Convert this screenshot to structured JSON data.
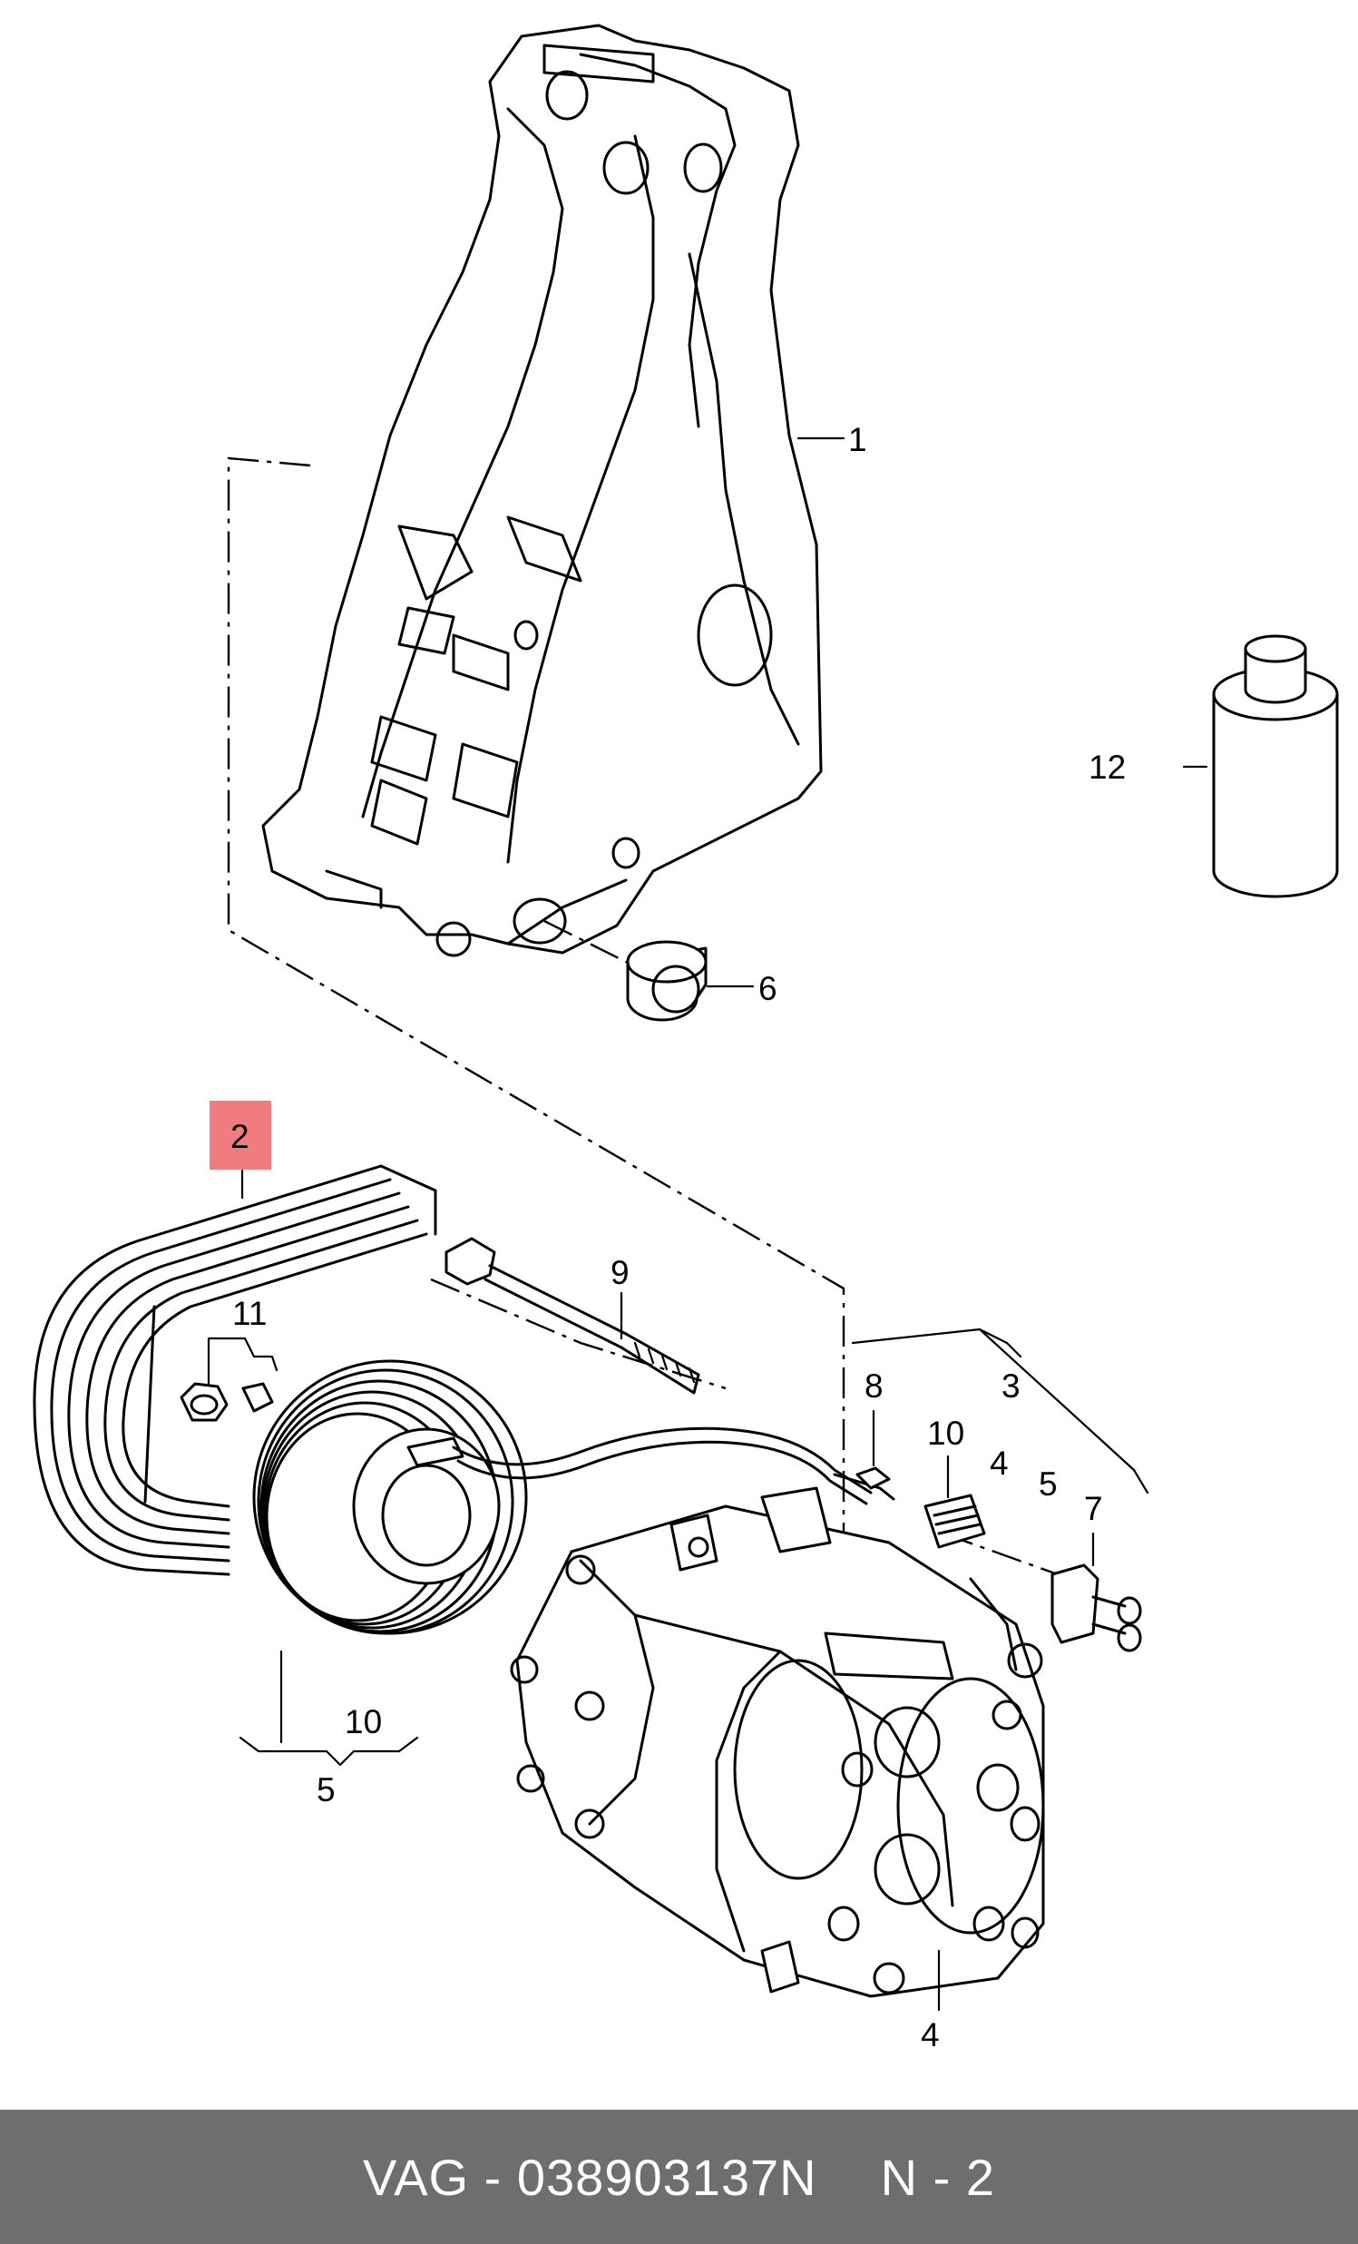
{
  "callouts": {
    "c1": "1",
    "c2": "2",
    "c3": "3",
    "c4a": "4",
    "c4b": "4",
    "c5a": "5",
    "c5b": "5",
    "c6": "6",
    "c7": "7",
    "c8": "8",
    "c9": "9",
    "c10a": "10",
    "c10b": "10",
    "c11": "11",
    "c12": "12"
  },
  "highlight": {
    "callout": "2",
    "color": "#f07c80"
  },
  "footer": {
    "part": "VAG - 038903137N",
    "position": "N - 2",
    "background": "#6e6e6e"
  }
}
